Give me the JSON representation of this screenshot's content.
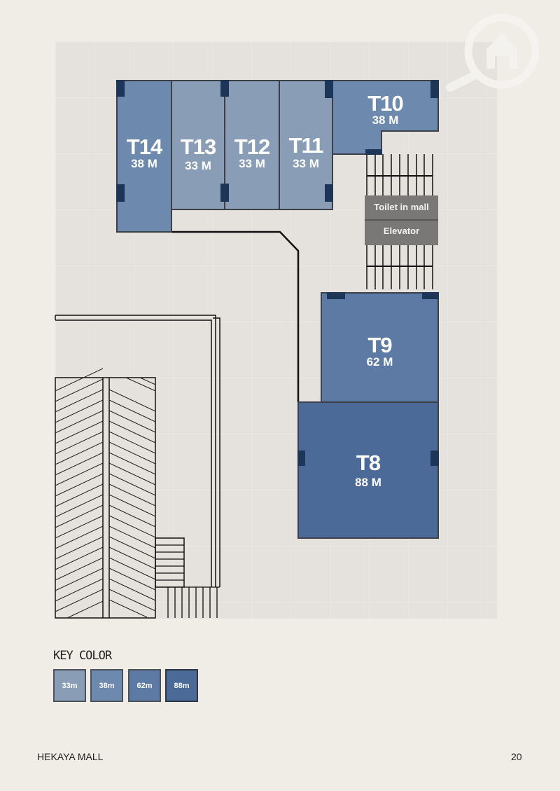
{
  "units": [
    {
      "code": "T14",
      "area": "38 M",
      "key": "38m"
    },
    {
      "code": "T13",
      "area": "33 M",
      "key": "33m"
    },
    {
      "code": "T12",
      "area": "33 M",
      "key": "33m"
    },
    {
      "code": "T11",
      "area": "33 M",
      "key": "33m"
    },
    {
      "code": "T10",
      "area": "38 M",
      "key": "38m"
    },
    {
      "code": "T9",
      "area": "62 M",
      "key": "62m"
    },
    {
      "code": "T8",
      "area": "88 M",
      "key": "88m"
    }
  ],
  "facilities": {
    "toilet": "Toilet in mall",
    "elevator": "Elevator"
  },
  "legend": {
    "title": "KEY COLOR",
    "items": [
      {
        "label": "33m",
        "color": "#8a9db7"
      },
      {
        "label": "38m",
        "color": "#6d89ad"
      },
      {
        "label": "62m",
        "color": "#5c7aa3"
      },
      {
        "label": "88m",
        "color": "#4b6a98"
      }
    ]
  },
  "footer": {
    "title": "HEKAYA MALL",
    "page": "20"
  },
  "logo": {
    "icon": "magnifier-house-icon"
  }
}
